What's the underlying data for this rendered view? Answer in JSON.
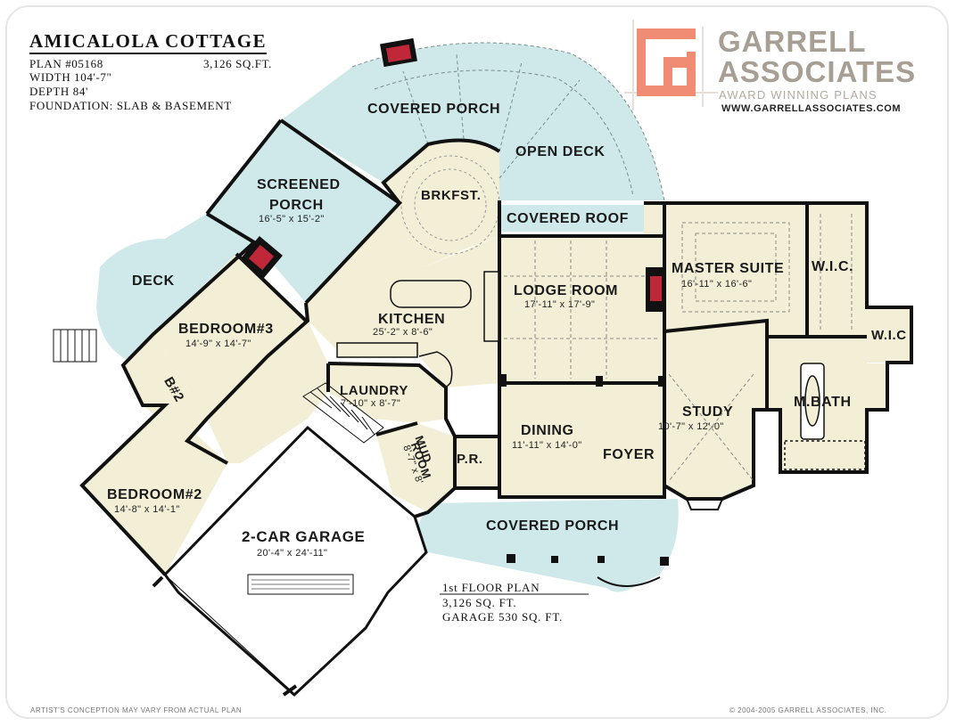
{
  "header": {
    "title": "AMICALOLA COTTAGE",
    "plan_no": "PLAN #05168",
    "sqft": "3,126 SQ.FT.",
    "width": "WIDTH  104'-7\"",
    "depth": "DEPTH 84'",
    "foundation": "FOUNDATION: SLAB & BASEMENT"
  },
  "logo": {
    "line1": "GARRELL",
    "line2": "ASSOCIATES",
    "tagline": "AWARD WINNING PLANS",
    "url": "WWW.GARRELLASSOCIATES.COM",
    "mark_color": "#f08c74",
    "text_color": "#a89f94"
  },
  "colors": {
    "outdoor": "#cfe9ea",
    "interior": "#f3efd6",
    "wall": "#111111",
    "fireplace": "#c0283a"
  },
  "rooms": {
    "covered_porch_top": {
      "name": "COVERED PORCH"
    },
    "open_deck": {
      "name": "OPEN DECK"
    },
    "screened_porch": {
      "name1": "SCREENED",
      "name2": "PORCH",
      "dim": "16'-5\" x 15'-2\""
    },
    "brkfst": {
      "name": "BRKFST."
    },
    "covered_roof": {
      "name": "COVERED ROOF"
    },
    "deck": {
      "name": "DECK"
    },
    "lodge_room": {
      "name": "LODGE ROOM",
      "dim": "17'-11\" x 17'-9\""
    },
    "master_suite": {
      "name": "MASTER SUITE",
      "dim": "16'-11\" x 16'-6\""
    },
    "wic1": {
      "name": "W.I.C."
    },
    "wic2": {
      "name": "W.I.C"
    },
    "kitchen": {
      "name": "KITCHEN",
      "dim": "25'-2\" x 8'-6\""
    },
    "bedroom3": {
      "name": "BEDROOM#3",
      "dim": "14'-9\" x 14'-7\""
    },
    "b2": {
      "name": "B#2"
    },
    "laundry": {
      "name": "LAUNDRY",
      "dim": "7'-10\" x 8'-7\""
    },
    "study": {
      "name": "STUDY",
      "dim": "10'-7\" x 12'-0\""
    },
    "mbath": {
      "name": "M.BATH"
    },
    "dining": {
      "name": "DINING",
      "dim": "11'-11\" x 14'-0\""
    },
    "foyer": {
      "name": "FOYER"
    },
    "pr": {
      "name": "P.R."
    },
    "mudroom": {
      "name1": "MUD",
      "name2": "ROOM",
      "dim": "8'-7\" x 8'"
    },
    "bedroom2": {
      "name": "BEDROOM#2",
      "dim": "14'-8\" x 14'-1\""
    },
    "garage": {
      "name": "2-CAR GARAGE",
      "dim": "20'-4\" x 24'-11\""
    },
    "covered_porch_bottom": {
      "name": "COVERED PORCH"
    }
  },
  "floor_info": {
    "title": "1st FLOOR PLAN",
    "sqft": "3,126  SQ.  FT.",
    "garage": "GARAGE 530 SQ. FT."
  },
  "footer": {
    "left": "ARTIST'S CONCEPTION MAY VARY FROM ACTUAL PLAN",
    "right": "© 2004-2005  GARRELL ASSOCIATES, INC."
  }
}
